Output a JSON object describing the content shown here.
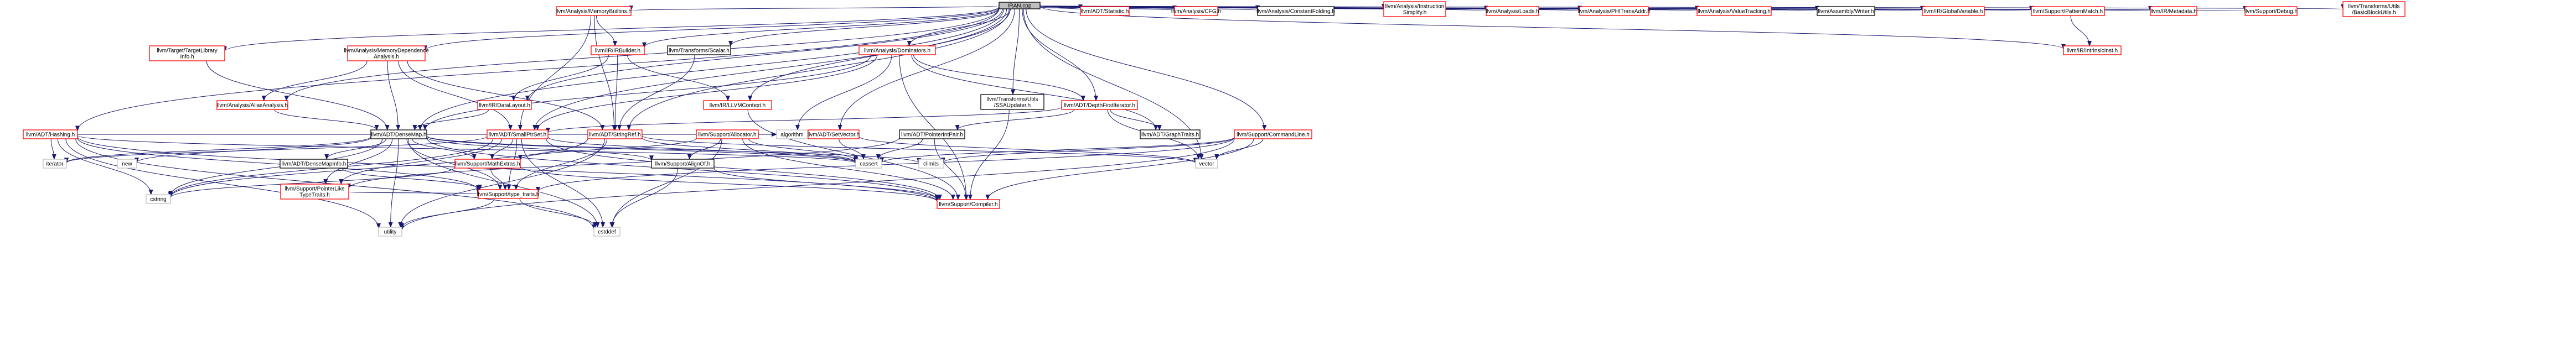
{
  "title": "IRAN.cpp",
  "colors": {
    "edge": "#191970",
    "internal_border": "#ff0000",
    "documented_border": "#000000",
    "external_border": "#bfbfbf",
    "root_fill": "#bfbfbf"
  },
  "nodes": {
    "root": [
      "IRAN.cpp"
    ],
    "memorybuiltins": [
      "llvm/Analysis/MemoryBuiltins.h"
    ],
    "targetlibinfo": [
      "llvm/Target/TargetLibrary",
      "Info.h"
    ],
    "memdep": [
      "llvm/Analysis/MemoryDependence",
      "Analysis.h"
    ],
    "aliasanalysis": [
      "llvm/Analysis/AliasAnalysis.h"
    ],
    "irbuilder": [
      "llvm/IR/IRBuilder.h"
    ],
    "datalayout": [
      "llvm/IR/DataLayout.h"
    ],
    "scalar": [
      "llvm/Transforms/Scalar.h"
    ],
    "llvmcontext": [
      "llvm/IR/LLVMContext.h"
    ],
    "dominators": [
      "llvm/Analysis/Dominators.h"
    ],
    "ssaupdater": [
      "llvm/Transforms/Utils",
      "/SSAUpdater.h"
    ],
    "depthfirst": [
      "llvm/ADT/DepthFirstIterator.h"
    ],
    "graphtraits": [
      "llvm/ADT/GraphTraits.h"
    ],
    "hashing": [
      "llvm/ADT/Hashing.h"
    ],
    "densemap": [
      "llvm/ADT/DenseMap.h"
    ],
    "smallptrset": [
      "llvm/ADT/SmallPtrSet.h"
    ],
    "stringref": [
      "llvm/ADT/StringRef.h"
    ],
    "allocator": [
      "llvm/Support/Allocator.h"
    ],
    "setvector": [
      "llvm/ADT/SetVector.h"
    ],
    "pointerintpair": [
      "llvm/ADT/PointerIntPair.h"
    ],
    "commandline": [
      "llvm/Support/CommandLine.h"
    ],
    "densemapinfo": [
      "llvm/ADT/DenseMapInfo.h"
    ],
    "mathextras": [
      "llvm/Support/MathExtras.h"
    ],
    "alignof": [
      "llvm/Support/AlignOf.h"
    ],
    "ptrliketypetraits": [
      "llvm/Support/PointerLike",
      "TypeTraits.h"
    ],
    "typetraits": [
      "llvm/Support/type_traits.h"
    ],
    "compiler": [
      "llvm/Support/Compiler.h"
    ],
    "statistic": [
      "llvm/ADT/Statistic.h"
    ],
    "cfg": [
      "llvm/Analysis/CFG.h"
    ],
    "constfold": [
      "llvm/Analysis/ConstantFolding.h"
    ],
    "instsimplify": [
      "llvm/Analysis/Instruction",
      "Simplify.h"
    ],
    "loads": [
      "llvm/Analysis/Loads.h"
    ],
    "phitrans": [
      "llvm/Analysis/PHITransAddr.h"
    ],
    "valuetracking": [
      "llvm/Analysis/ValueTracking.h"
    ],
    "asmwriter": [
      "llvm/Assembly/Writer.h"
    ],
    "globalvar": [
      "llvm/IR/GlobalVariable.h"
    ],
    "patternmatch": [
      "llvm/Support/PatternMatch.h"
    ],
    "irmetadata": [
      "llvm/IR/Metadata.h"
    ],
    "debug": [
      "llvm/Support/Debug.h"
    ],
    "basicblockutils": [
      "llvm/Transforms/Utils",
      "/BasicBlockUtils.h"
    ],
    "intrinsicinst": [
      "llvm/IR/IntrinsicInst.h"
    ],
    "iterator": [
      "iterator"
    ],
    "new": [
      "new"
    ],
    "cstring": [
      "cstring"
    ],
    "utility": [
      "utility"
    ],
    "cstddef": [
      "cstddef"
    ],
    "algorithm": [
      "algorithm"
    ],
    "cassert": [
      "cassert"
    ],
    "climits": [
      "climits"
    ],
    "vector": [
      "vector"
    ]
  }
}
